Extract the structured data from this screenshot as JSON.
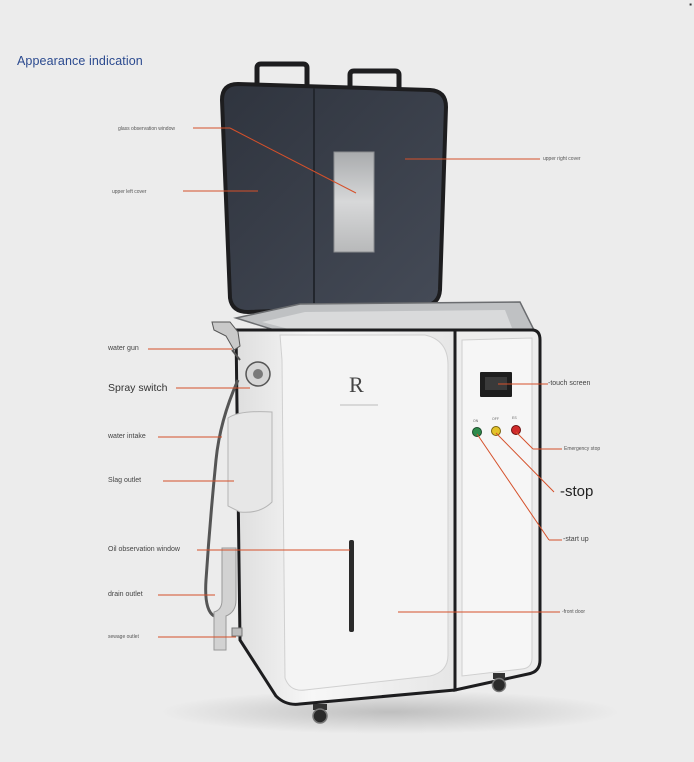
{
  "heading": "Appearance indication",
  "brand_letter": "R",
  "labels": {
    "glass_window": "glass observation window",
    "upper_left_cover": "upper left cover",
    "upper_right_cover": "upper right cover",
    "water_gun": "water gun",
    "spray_switch": "Spray switch",
    "water_intake": "water intake",
    "slag_outlet": "Slag outlet",
    "oil_window": "Oil observation window",
    "drain_outlet": "drain outlet",
    "sewage_outlet": "sewage outlet",
    "touch_screen": "-touch screen",
    "emergency_stop": "Emergency stop",
    "stop": "-stop",
    "start_up": "-start up",
    "front_door": "-front door"
  },
  "colors": {
    "background": "#ececec",
    "heading": "#2b4a8f",
    "leader_line": "#d5502a",
    "lid": "#3a3f4a",
    "body": "#f3f3f3",
    "trim": "#1d1d1f"
  }
}
